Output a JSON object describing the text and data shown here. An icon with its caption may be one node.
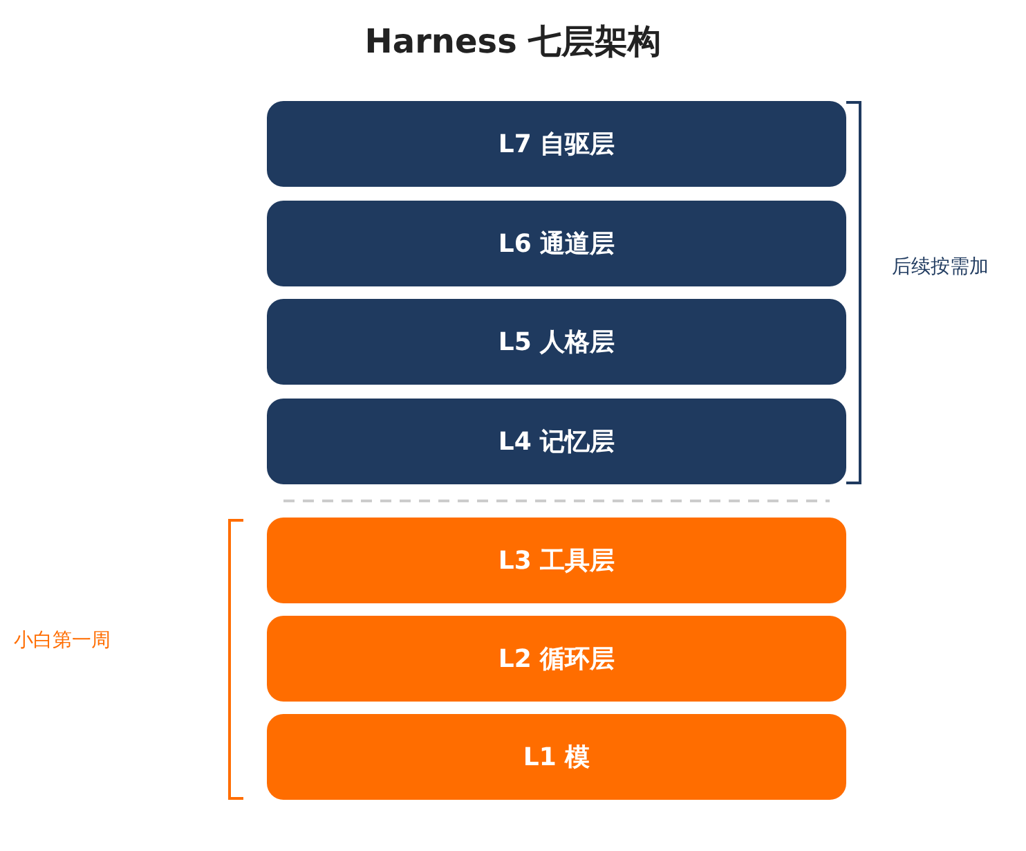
{
  "diagram": {
    "title": "Harness 七层架构",
    "nodes": [
      {
        "text": [
          "L7 自驱层"
        ]
      },
      {
        "text": [
          "L6 通道层"
        ]
      },
      {
        "text": [
          "L5 人格层"
        ]
      },
      {
        "text": [
          "L4 记忆层"
        ]
      },
      {
        "text": [
          "L3 工具层"
        ]
      },
      {
        "text": [
          "L2 循环层"
        ]
      },
      {
        "text": [
          "L1 模"
        ]
      }
    ],
    "edges": [],
    "labels": [
      "后续按需加",
      "小白第一周"
    ]
  }
}
